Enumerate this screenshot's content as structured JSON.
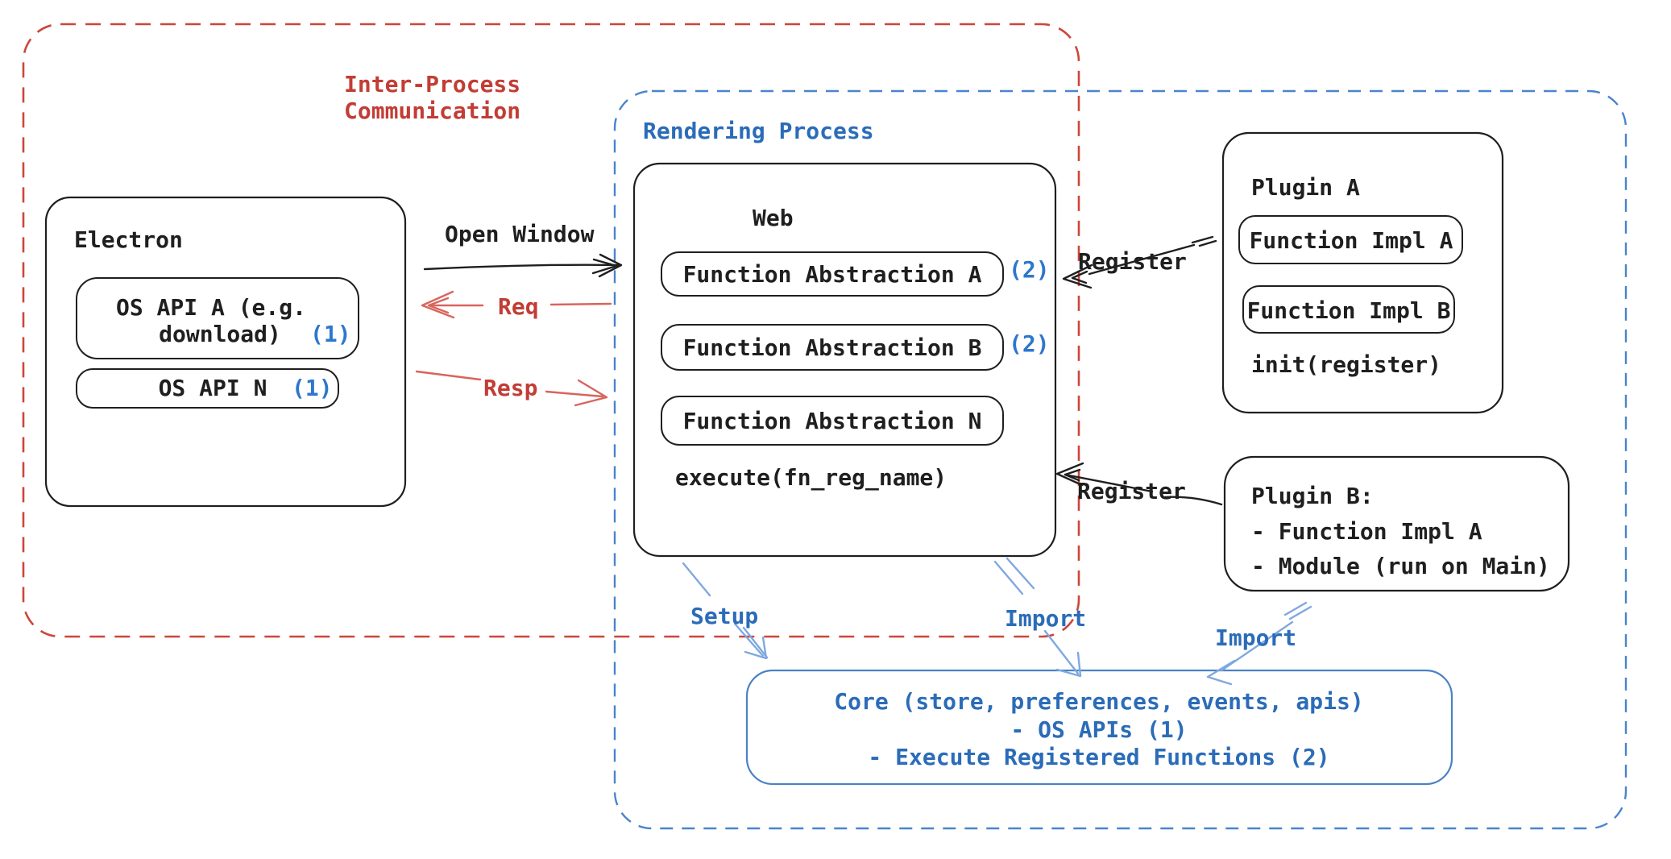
{
  "ipc": {
    "label_lines": [
      "Inter-Process",
      "Communication"
    ]
  },
  "rendering": {
    "label": "Rendering Process"
  },
  "electron": {
    "title": "Electron",
    "api_a_line1": "OS API A (e.g.",
    "api_a_line2": "download)",
    "api_a_badge": "(1)",
    "api_n_label": "OS API N",
    "api_n_badge": "(1)"
  },
  "web": {
    "title": "Web",
    "fn_a": "Function Abstraction A",
    "fn_a_badge": "(2)",
    "fn_b": "Function Abstraction B",
    "fn_b_badge": "(2)",
    "fn_n": "Function Abstraction N",
    "execute": "execute(fn_reg_name)"
  },
  "plugin_a": {
    "title": "Plugin A",
    "impl_a": "Function Impl A",
    "impl_b": "Function Impl B",
    "init": "init(register)"
  },
  "plugin_b": {
    "line1": "Plugin B:",
    "line2": "- Function Impl A",
    "line3": "- Module (run on Main)"
  },
  "core": {
    "line1": "Core (store, preferences, events, apis)",
    "line2": "- OS APIs (1)",
    "line3": "- Execute Registered Functions (2)"
  },
  "arrows": {
    "open_window": "Open Window",
    "req": "Req",
    "resp": "Resp",
    "register_top": "Register",
    "register_bottom": "Register",
    "setup": "Setup",
    "import_mid": "Import",
    "import_right": "Import"
  },
  "colors": {
    "ink": "#1f1f1f",
    "red": "#c23d35",
    "red_line": "#d8655c",
    "red_dash": "#cc463b",
    "blue": "#2b6cb8",
    "blue_badge": "#2d77cc",
    "blue_dash": "#4a84ca",
    "blue_arrow": "#7fa8e0",
    "core_stroke": "#4a82c4"
  }
}
